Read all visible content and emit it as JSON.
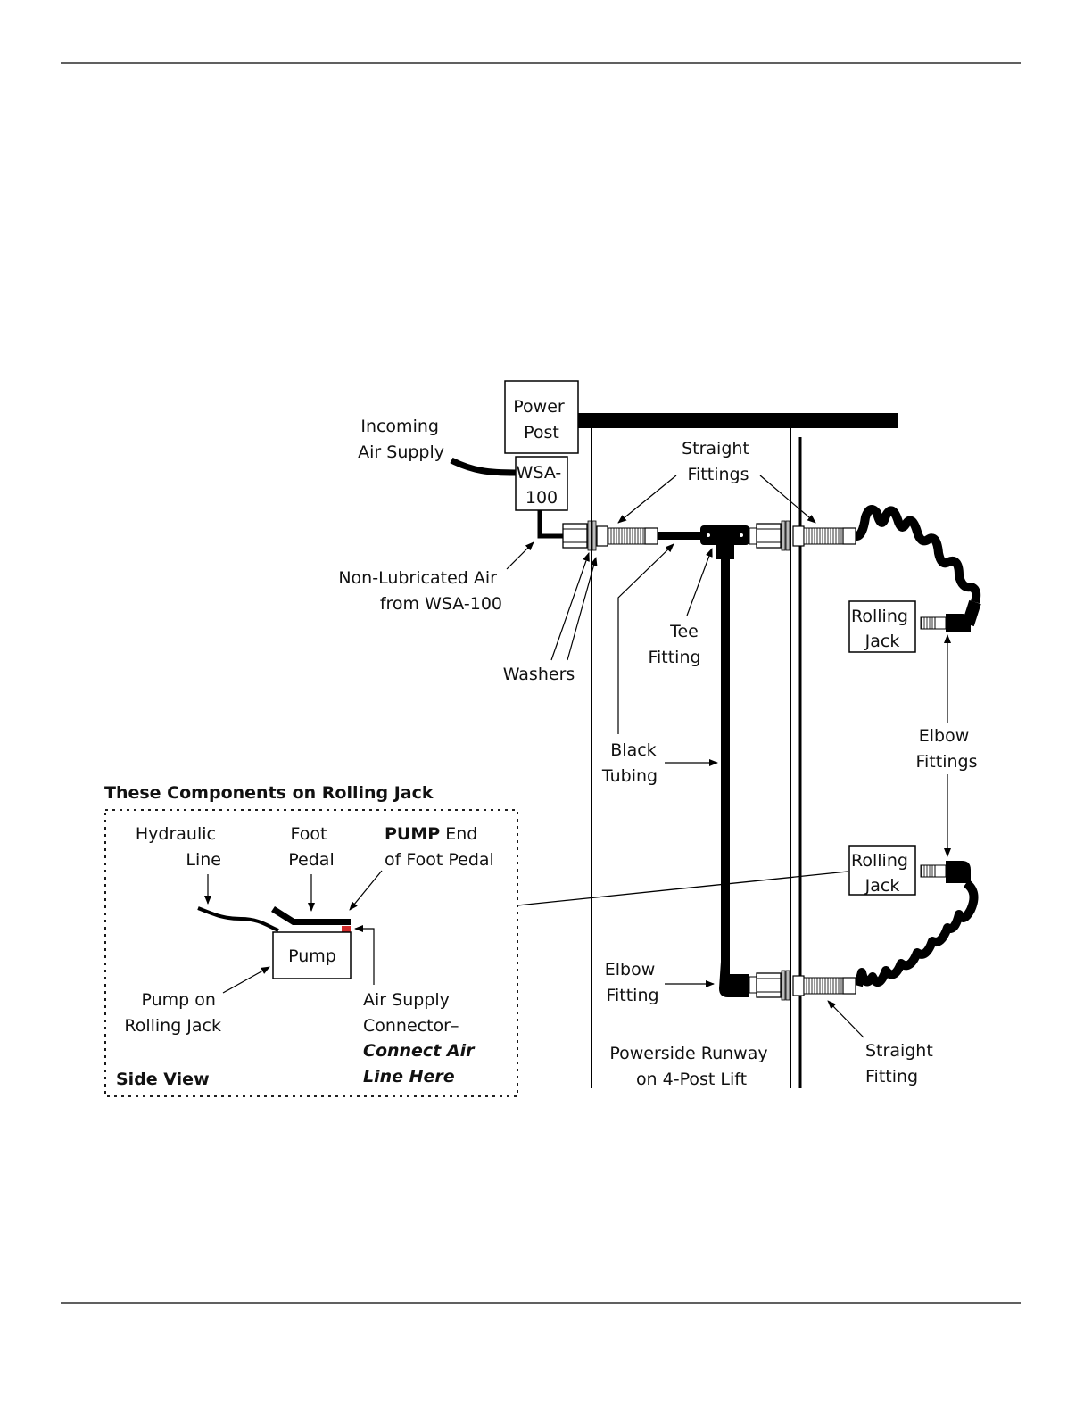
{
  "labels": {
    "power_post": [
      "Power",
      "Post"
    ],
    "wsa": [
      "WSA-",
      "100"
    ],
    "incoming_air": [
      "Incoming",
      "Air Supply"
    ],
    "straight_fittings": [
      "Straight",
      "Fittings"
    ],
    "non_lubricated": [
      "Non-Lubricated Air",
      "from WSA-100"
    ],
    "washers": "Washers",
    "tee_fitting": [
      "Tee",
      "Fitting"
    ],
    "rolling_jack_top": [
      "Rolling",
      "Jack"
    ],
    "elbow_fittings": [
      "Elbow",
      "Fittings"
    ],
    "black_tubing": [
      "Black",
      "Tubing"
    ],
    "rolling_jack_bottom": [
      "Rolling",
      "Jack"
    ],
    "elbow_fitting": [
      "Elbow",
      "Fitting"
    ],
    "powerside_runway": [
      "Powerside Runway",
      "on 4-Post Lift"
    ],
    "straight_fitting": [
      "Straight",
      "Fitting"
    ]
  },
  "inset": {
    "title": "These Components on Rolling Jack",
    "hydraulic_line": [
      "Hydraulic",
      "Line"
    ],
    "foot_pedal": [
      "Foot",
      "Pedal"
    ],
    "pump_end_bold": "PUMP",
    "pump_end_rest": " End",
    "pump_end_line2": "of Foot Pedal",
    "pump": "Pump",
    "pump_on_jack": [
      "Pump on",
      "Rolling Jack"
    ],
    "air_supply": [
      "Air Supply",
      "Connector–"
    ],
    "connect_here": [
      "Connect Air",
      "Line Here"
    ],
    "side_view": "Side View"
  },
  "colors": {
    "line": "#000000",
    "connector_accent": "#d12a2a"
  }
}
